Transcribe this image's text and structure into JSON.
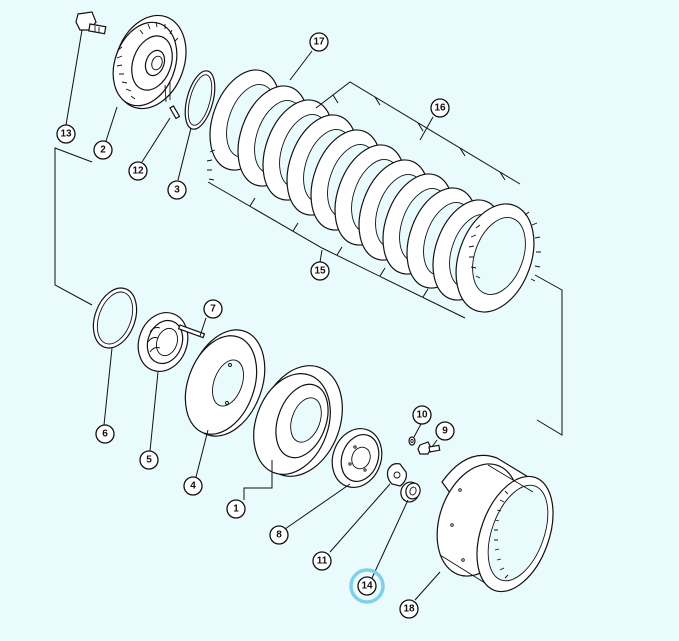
{
  "colors": {
    "background": "#e9fbfc",
    "highlight": "#7fd0e8",
    "line": "#111111"
  },
  "callouts": [
    {
      "id": "13",
      "label": "13",
      "name": "callout-13"
    },
    {
      "id": "2",
      "label": "2",
      "name": "callout-2"
    },
    {
      "id": "12",
      "label": "12",
      "name": "callout-12"
    },
    {
      "id": "3",
      "label": "3",
      "name": "callout-3"
    },
    {
      "id": "17",
      "label": "17",
      "name": "callout-17"
    },
    {
      "id": "16",
      "label": "16",
      "name": "callout-16"
    },
    {
      "id": "15",
      "label": "15",
      "name": "callout-15"
    },
    {
      "id": "7",
      "label": "7",
      "name": "callout-7"
    },
    {
      "id": "6",
      "label": "6",
      "name": "callout-6"
    },
    {
      "id": "5",
      "label": "5",
      "name": "callout-5"
    },
    {
      "id": "4",
      "label": "4",
      "name": "callout-4"
    },
    {
      "id": "1",
      "label": "1",
      "name": "callout-1"
    },
    {
      "id": "8",
      "label": "8",
      "name": "callout-8"
    },
    {
      "id": "10",
      "label": "10",
      "name": "callout-10"
    },
    {
      "id": "9",
      "label": "9",
      "name": "callout-9"
    },
    {
      "id": "11",
      "label": "11",
      "name": "callout-11"
    },
    {
      "id": "14",
      "label": "14",
      "name": "callout-14",
      "highlighted": true
    },
    {
      "id": "18",
      "label": "18",
      "name": "callout-18"
    }
  ]
}
